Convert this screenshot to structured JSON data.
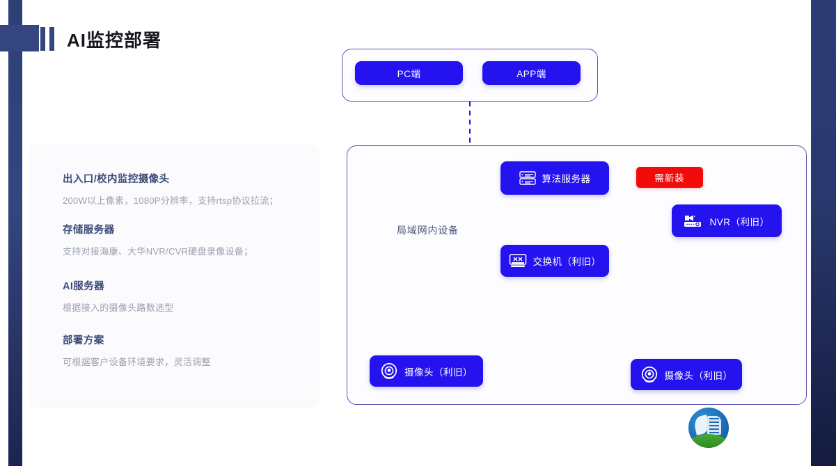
{
  "header": {
    "title": "AI监控部署"
  },
  "info_card": {
    "items": [
      {
        "title": "出入口/校内监控摄像头",
        "desc": "200W以上像素，1080P分辨率，支持rtsp协议拉流；"
      },
      {
        "title": "存储服务器",
        "desc": "支持对接海康、大华NVR/CVR硬盘录像设备；"
      },
      {
        "title": "AI服务器",
        "desc": "根据接入的摄像头路数选型"
      },
      {
        "title": "部署方案",
        "desc": "可根据客户设备环境要求，灵活调整"
      }
    ]
  },
  "diagram": {
    "client_panel": {
      "nodes": [
        {
          "label": "PC端",
          "icon": "none"
        },
        {
          "label": "APP端",
          "icon": "none"
        }
      ]
    },
    "lan_panel": {
      "label": "局域网内设备",
      "nodes": [
        {
          "label": "算法服务器",
          "icon": "server-icon"
        },
        {
          "label": "NVR（利旧）",
          "icon": "nvr-icon"
        },
        {
          "label": "交换机（利旧）",
          "icon": "switch-icon"
        },
        {
          "label": "摄像头（利旧）",
          "icon": "camera-icon"
        },
        {
          "label": "摄像头（利旧）",
          "icon": "camera-icon"
        }
      ]
    },
    "badge": {
      "label": "需新装",
      "color": "#f10b0b"
    }
  },
  "logo": {
    "primary_color": "#1b6fb8",
    "accent_color": "#2f8a24"
  },
  "theme": {
    "node_blue": "#2413ef",
    "navy": "#34457f",
    "panel_border": "#5b4fb0"
  }
}
